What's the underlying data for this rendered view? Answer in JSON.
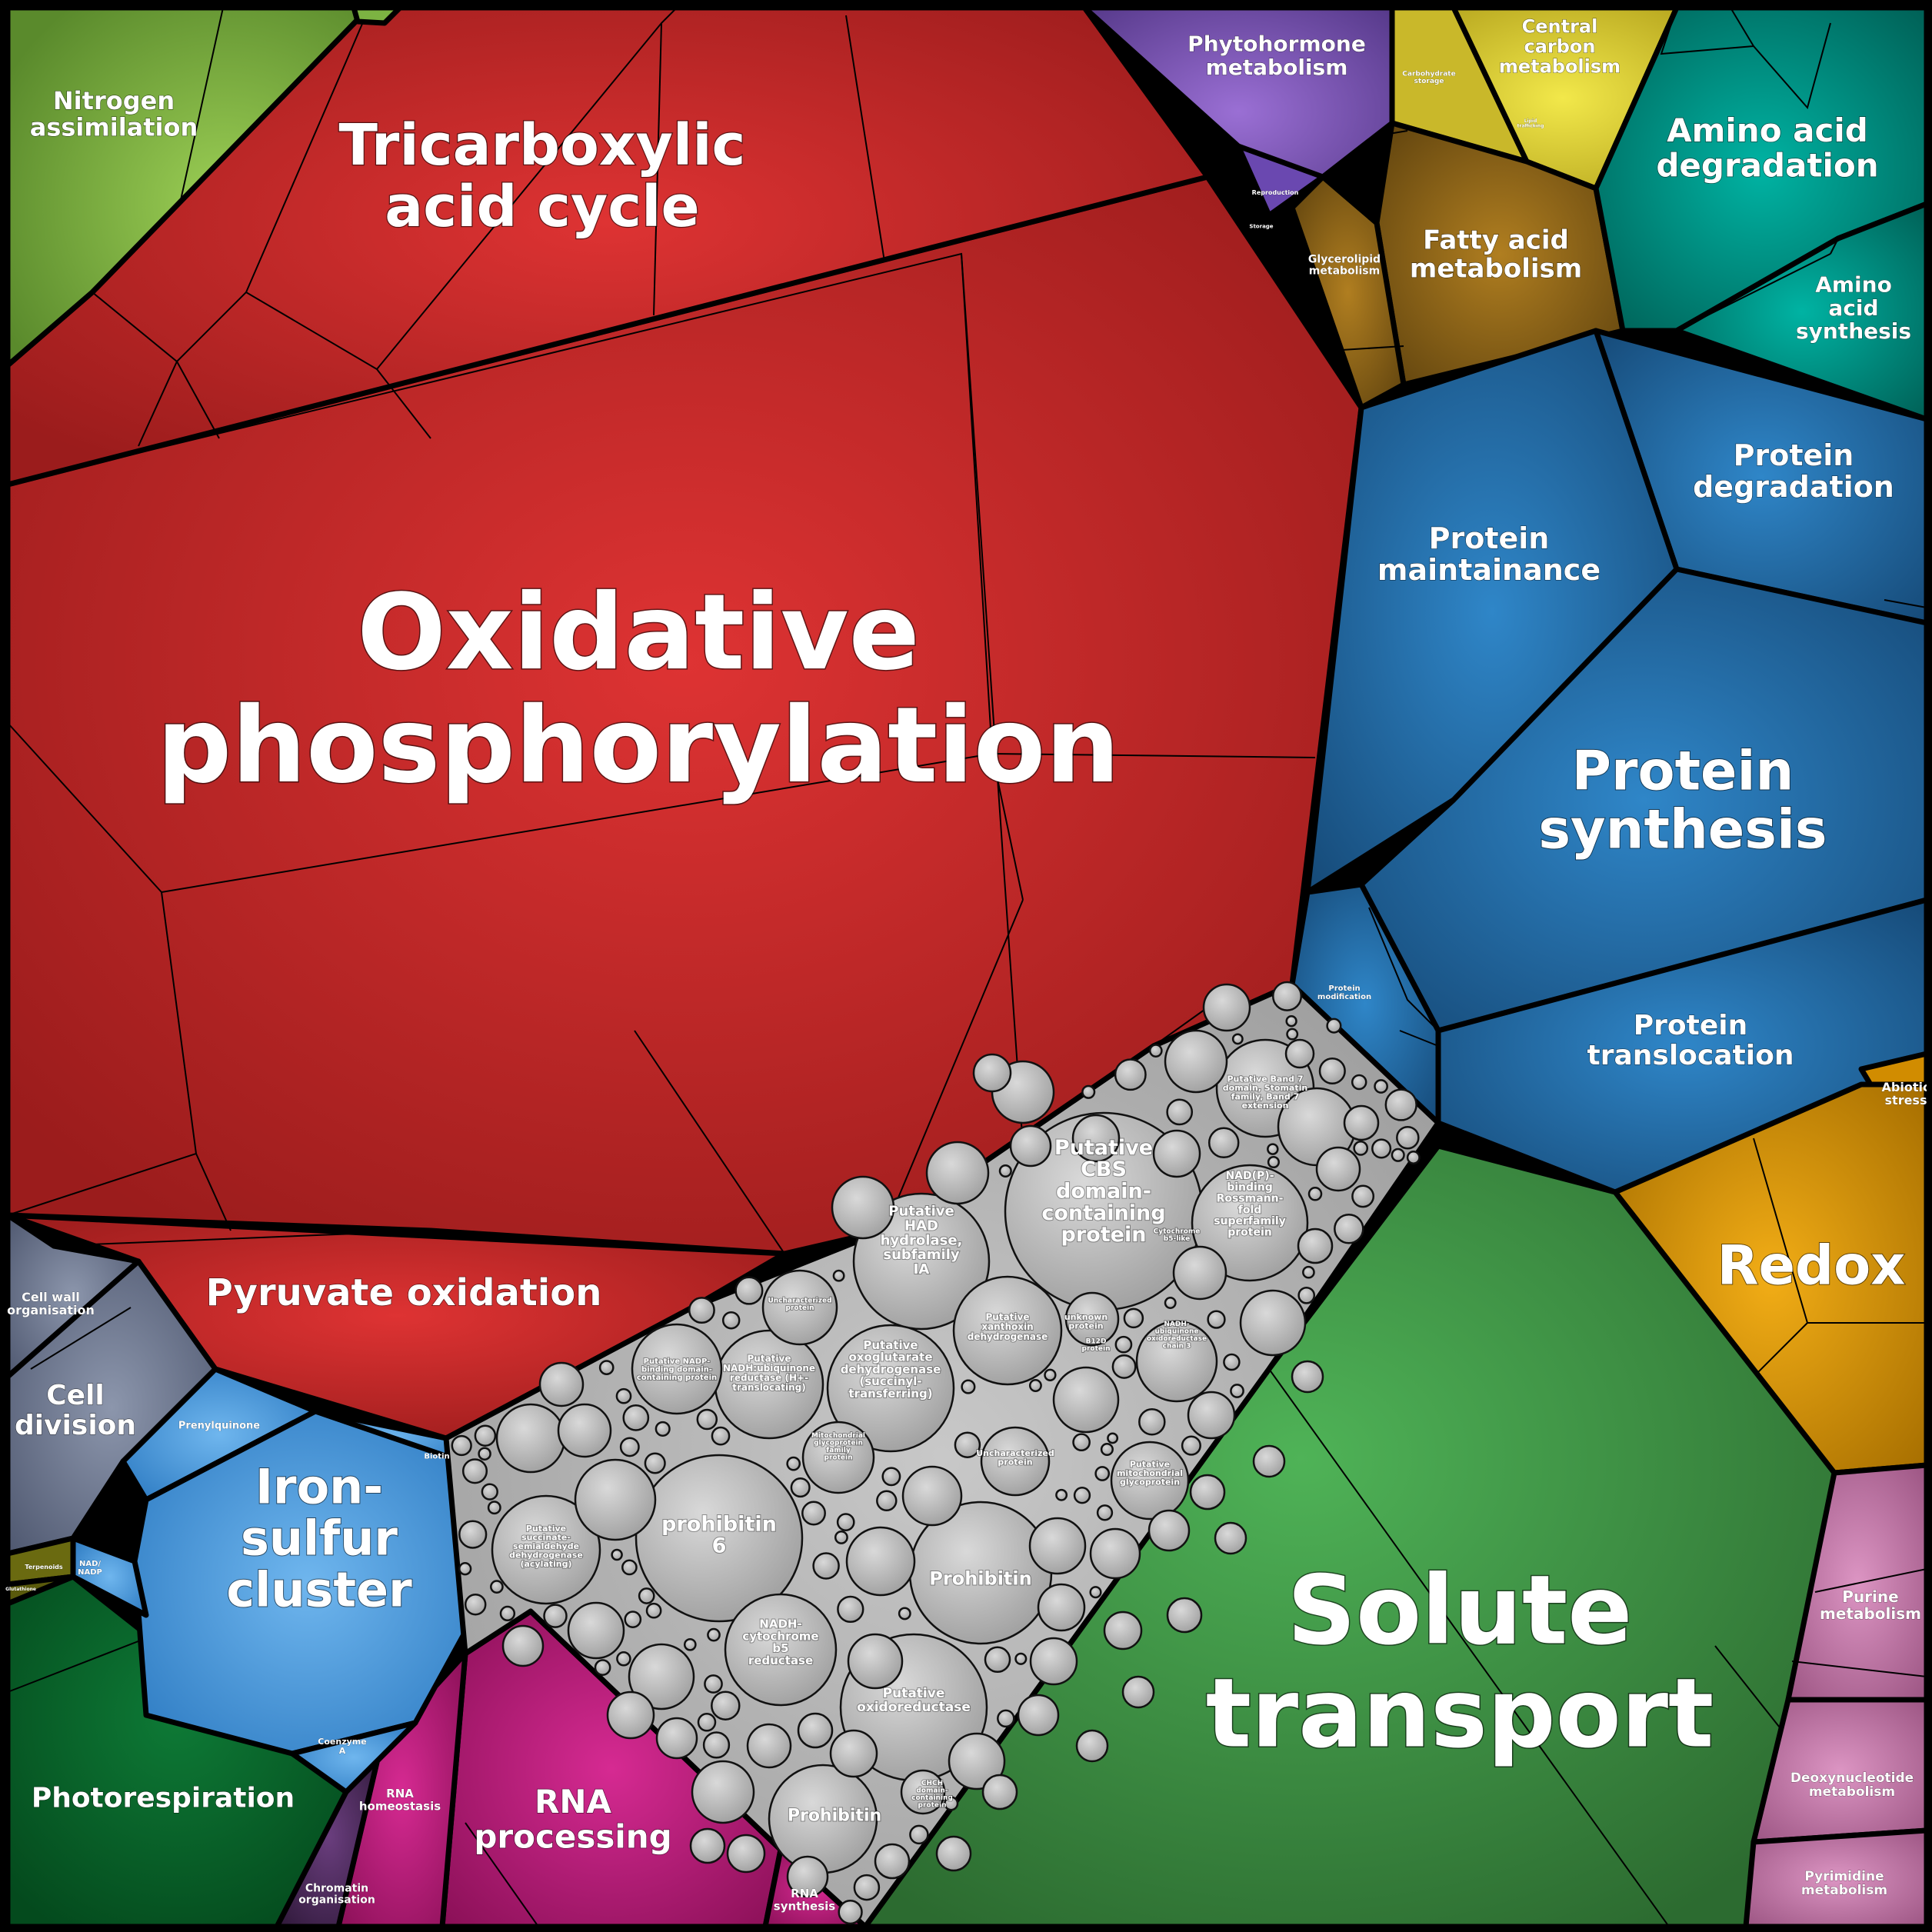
{
  "categories": {
    "oxphos": {
      "lines": [
        "Oxidative",
        "phosphorylation"
      ],
      "color": "#c62828"
    },
    "tca": {
      "lines": [
        "Tricarboxylic",
        "acid cycle"
      ],
      "color": "#c62828"
    },
    "pyruvate": {
      "lines": [
        "Pyruvate oxidation"
      ],
      "color": "#c62828"
    },
    "nitrogen": {
      "lines": [
        "Nitrogen",
        "assimilation"
      ],
      "color": "#7cb342"
    },
    "phyto": {
      "lines": [
        "Phytohormone",
        "metabolism"
      ],
      "color": "#7e57c2"
    },
    "central": {
      "lines": [
        "Central",
        "carbon",
        "metabolism"
      ],
      "color": "#d4c22c"
    },
    "carbstore": {
      "lines": [
        "Carbohydrate",
        "storage"
      ],
      "color": "#d4c22c"
    },
    "lipid": {
      "lines": [
        "Lipid",
        "trafficking"
      ],
      "color": "#d4c22c"
    },
    "fatty": {
      "lines": [
        "Fatty acid",
        "metabolism"
      ],
      "color": "#8d6418"
    },
    "glycero": {
      "lines": [
        "Glycerolipid",
        "metabolism"
      ],
      "color": "#8d6418"
    },
    "repro": {
      "lines": [
        "Reproduction"
      ],
      "color": "#7e57c2"
    },
    "storage": {
      "lines": [
        "Storage"
      ],
      "color": "#8d6418"
    },
    "aadeg": {
      "lines": [
        "Amino acid",
        "degradation"
      ],
      "color": "#00897b"
    },
    "aasyn": {
      "lines": [
        "Amino",
        "acid",
        "synthesis"
      ],
      "color": "#00897b"
    },
    "protdeg": {
      "lines": [
        "Protein",
        "degradation"
      ],
      "color": "#1e5f94"
    },
    "protmaint": {
      "lines": [
        "Protein",
        "maintainance"
      ],
      "color": "#1e5f94"
    },
    "protsyn": {
      "lines": [
        "Protein",
        "synthesis"
      ],
      "color": "#1e5f94"
    },
    "protmod": {
      "lines": [
        "Protein",
        "modification"
      ],
      "color": "#1e5f94"
    },
    "prottrans": {
      "lines": [
        "Protein",
        "translocation"
      ],
      "color": "#1e5f94"
    },
    "abiotic": {
      "lines": [
        "Abiotic",
        "stress"
      ],
      "color": "#d18c00"
    },
    "redox": {
      "lines": [
        "Redox"
      ],
      "color": "#d18c00"
    },
    "solute": {
      "lines": [
        "Solute",
        "transport"
      ],
      "color": "#3d9a45"
    },
    "purine": {
      "lines": [
        "Purine",
        "metabolism"
      ],
      "color": "#c97fae"
    },
    "deoxy": {
      "lines": [
        "Deoxynucleotide",
        "metabolism"
      ],
      "color": "#c97fae"
    },
    "pyrimidine": {
      "lines": [
        "Pyrimidine",
        "metabolism"
      ],
      "color": "#c97fae"
    },
    "rnasyn": {
      "lines": [
        "RNA",
        "synthesis"
      ],
      "color": "#c2187a"
    },
    "rnaproc": {
      "lines": [
        "RNA",
        "processing"
      ],
      "color": "#c2187a"
    },
    "rnahomeo": {
      "lines": [
        "RNA",
        "homeostasis"
      ],
      "color": "#c2187a"
    },
    "chromatin": {
      "lines": [
        "Chromatin",
        "organisation"
      ],
      "color": "#4a2a5a"
    },
    "photoresp": {
      "lines": [
        "Photorespiration"
      ],
      "color": "#0b6b2e"
    },
    "coenzyme": {
      "lines": [
        "Coenzyme",
        "A"
      ],
      "color": "#4f9ee0"
    },
    "ironsulfur": {
      "lines": [
        "Iron-",
        "sulfur",
        "cluster"
      ],
      "color": "#4f9ee0"
    },
    "nad": {
      "lines": [
        "NAD/",
        "NADP"
      ],
      "color": "#4f9ee0"
    },
    "prenyl": {
      "lines": [
        "Prenylquinone"
      ],
      "color": "#4f9ee0"
    },
    "biotin": {
      "lines": [
        "Biotin"
      ],
      "color": "#4f9ee0"
    },
    "celldiv": {
      "lines": [
        "Cell",
        "division"
      ],
      "color": "#6d7890"
    },
    "cellwall": {
      "lines": [
        "Cell wall",
        "organisation"
      ],
      "color": "#6d7890"
    },
    "terpenoids": {
      "lines": [
        "Terpenoids"
      ],
      "color": "#6a6a10"
    },
    "glutathione": {
      "lines": [
        "Glutathione"
      ],
      "color": "#6a6a10"
    }
  },
  "proteins": [
    {
      "lines": [
        "Putative",
        "CBS",
        "domain-",
        "containing",
        "protein"
      ]
    },
    {
      "lines": [
        "prohibitin",
        "6"
      ]
    },
    {
      "lines": [
        "Prohibitin"
      ]
    },
    {
      "lines": [
        "Prohibitin"
      ]
    },
    {
      "lines": [
        "Putative",
        "HAD",
        "hydrolase,",
        "subfamily",
        "IA"
      ]
    },
    {
      "lines": [
        "Putative",
        "oxoglutarate",
        "dehydrogenase",
        "(succinyl-",
        "transferring)"
      ]
    },
    {
      "lines": [
        "NAD(P)-",
        "binding",
        "Rossmann-",
        "fold",
        "superfamily",
        "protein"
      ]
    },
    {
      "lines": [
        "Putative",
        "oxidoreductase"
      ]
    },
    {
      "lines": [
        "NADH-",
        "cytochrome",
        "b5",
        "reductase"
      ]
    },
    {
      "lines": [
        "Putative",
        "xanthoxin",
        "dehydrogenase"
      ]
    },
    {
      "lines": [
        "Putative",
        "NADH:ubiquinone",
        "reductase (H+-",
        "translocating)"
      ]
    },
    {
      "lines": [
        "Putative",
        "succinate-",
        "semialdehyde",
        "dehydrogenase",
        "(acylating)"
      ]
    },
    {
      "lines": [
        "Putative Band 7",
        "domain, Stomatin",
        "family, Band 7",
        "extension"
      ]
    },
    {
      "lines": [
        "Putative",
        "mitochondrial",
        "glycoprotein"
      ]
    },
    {
      "lines": [
        "Uncharacterized",
        "protein"
      ]
    },
    {
      "lines": [
        "unknown",
        "protein"
      ]
    },
    {
      "lines": [
        "Putative NADP-",
        "binding domain-",
        "containing protein"
      ]
    },
    {
      "lines": [
        "NADH-",
        "ubiquinone",
        "oxidoreductase",
        "chain 3"
      ]
    },
    {
      "lines": [
        "Cytochrome",
        "b5-like"
      ]
    },
    {
      "lines": [
        "Uncharacterized",
        "protein"
      ]
    },
    {
      "lines": [
        "Mitochondrial",
        "glycoprotein",
        "family",
        "protein"
      ]
    },
    {
      "lines": [
        "CHCH",
        "domain-",
        "containing",
        "protein"
      ]
    },
    {
      "lines": [
        "B12D",
        "protein"
      ]
    }
  ]
}
